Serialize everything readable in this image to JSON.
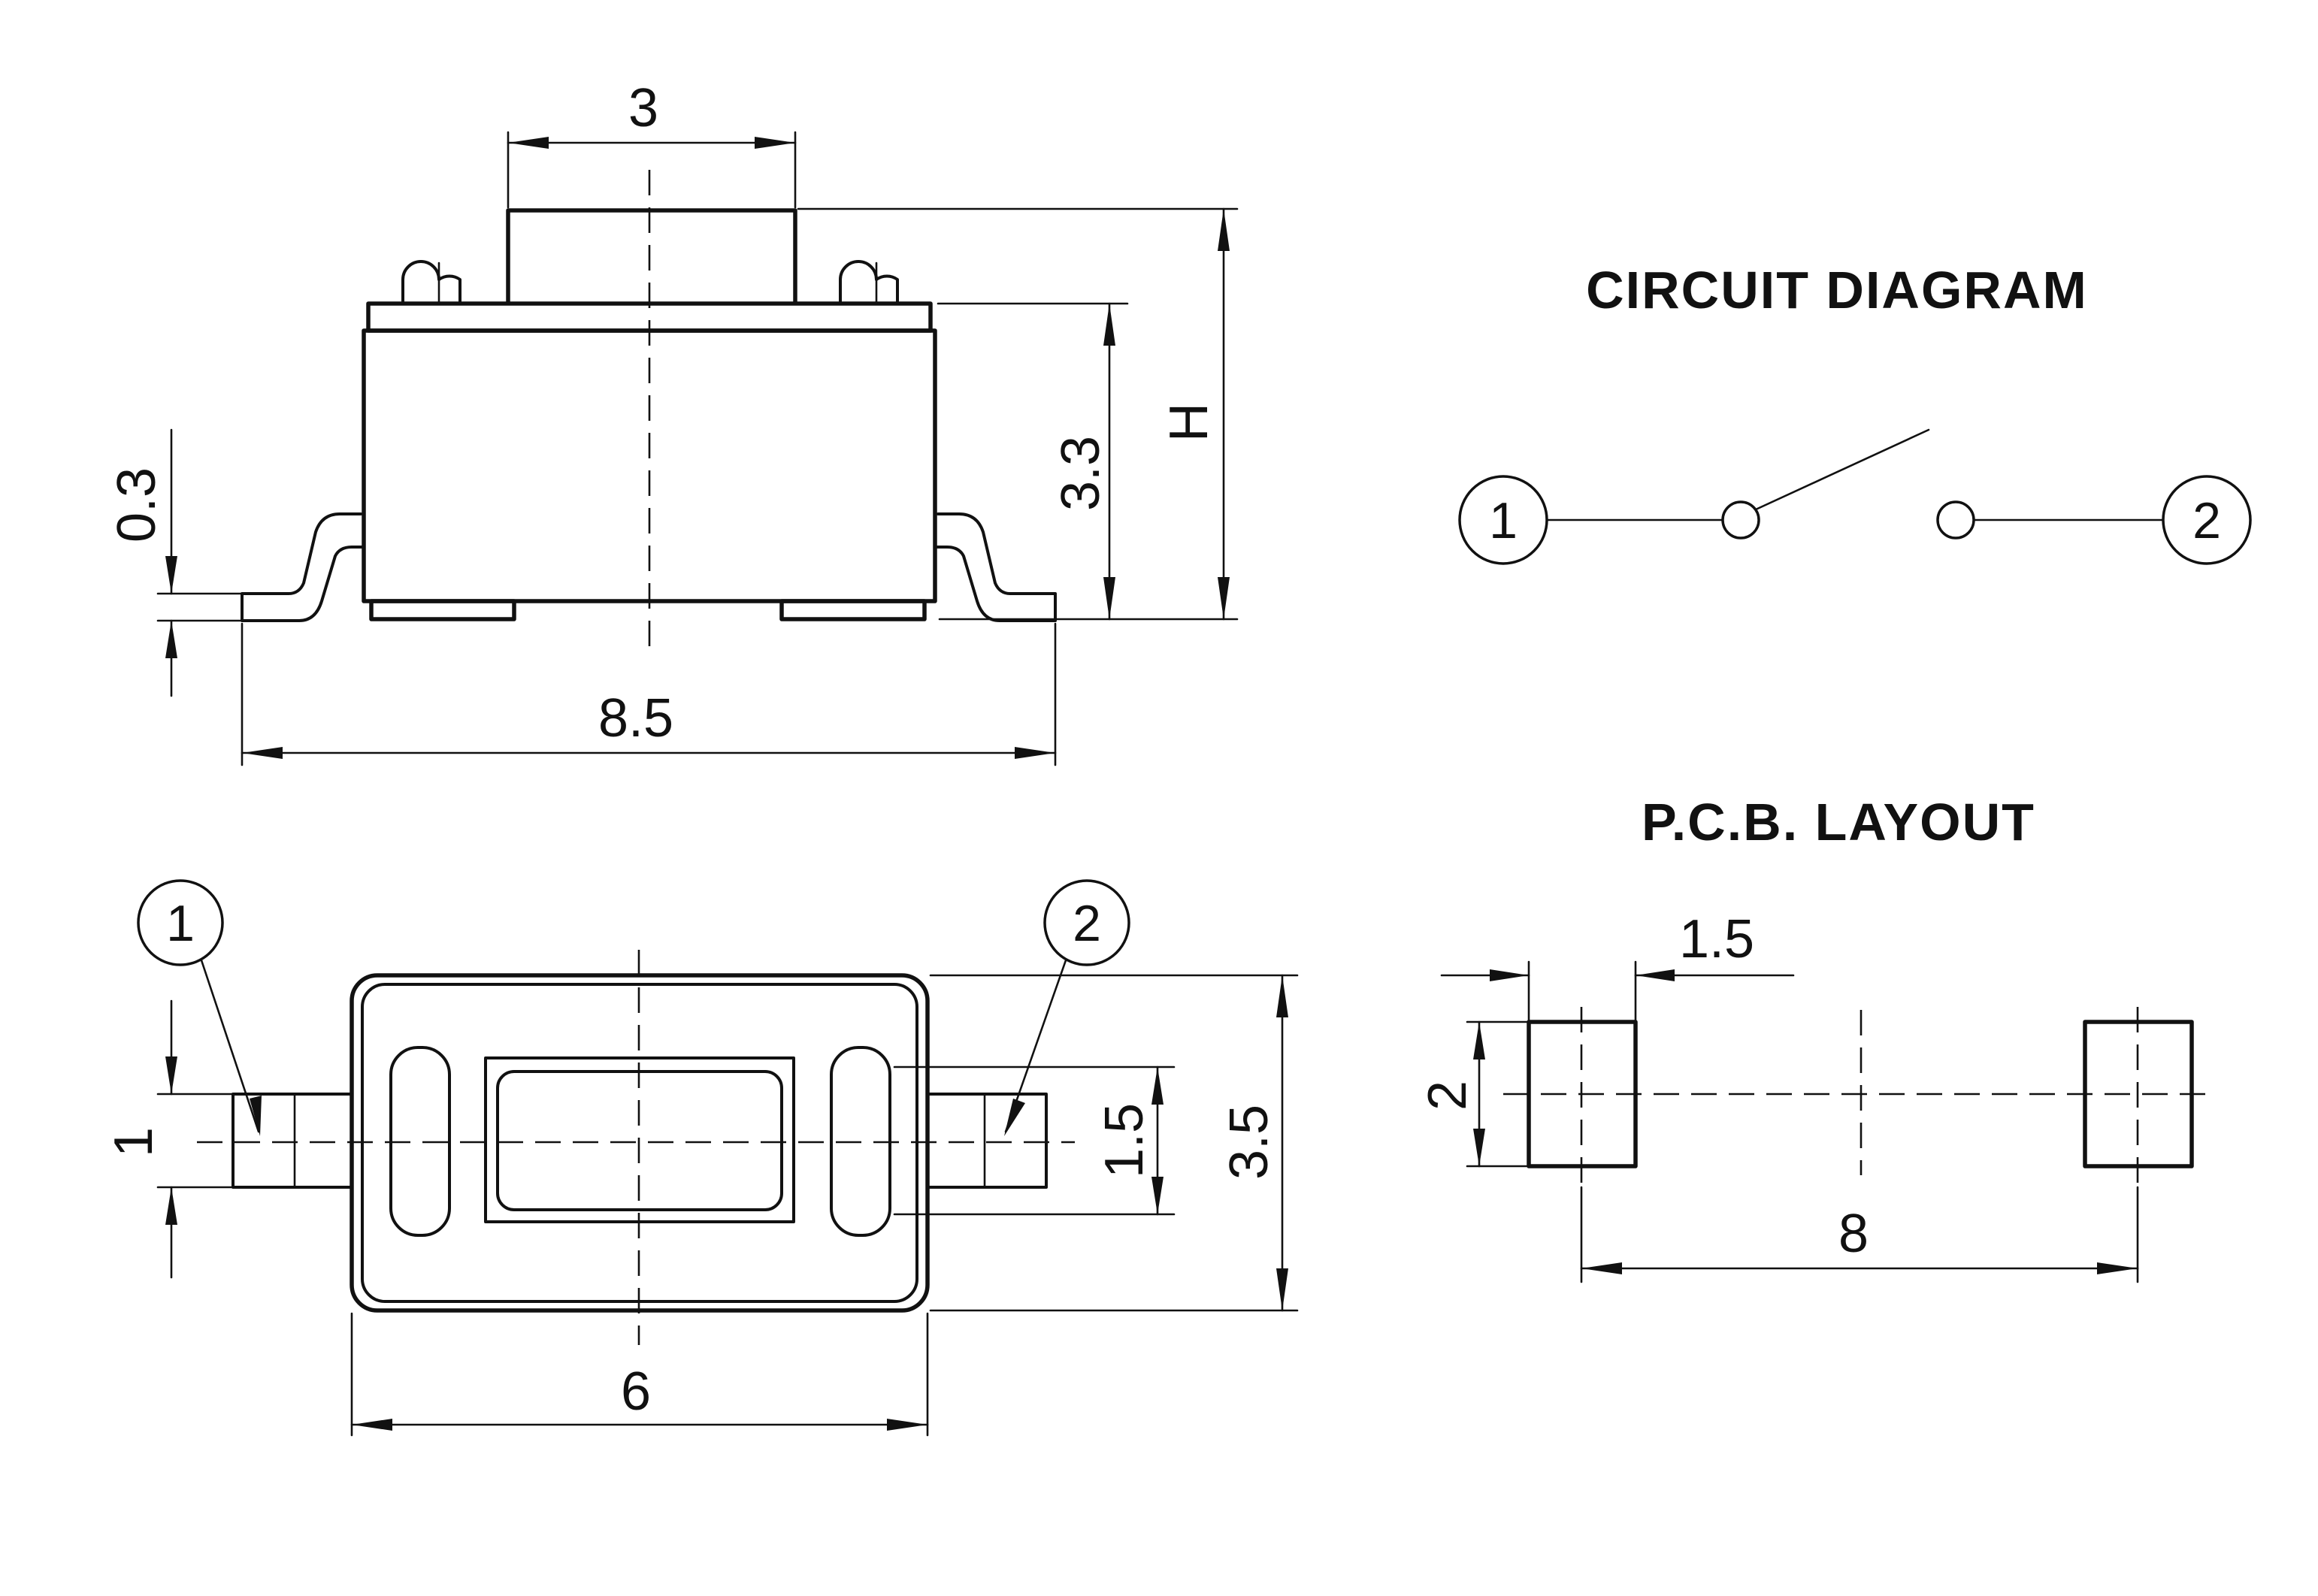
{
  "titles": {
    "circuit": "CIRCUIT DIAGRAM",
    "pcb": "P.C.B. LAYOUT"
  },
  "side_view": {
    "actuator_width": "3",
    "height_label": "H",
    "body_height": "3.3",
    "terminal_thickness": "0.3",
    "overall_length": "8.5"
  },
  "top_view": {
    "pin_1": "1",
    "pin_2": "2",
    "terminal_width": "1",
    "terminal_span": "1.5",
    "body_width": "3.5",
    "body_length": "6"
  },
  "circuit": {
    "pin_1": "1",
    "pin_2": "2"
  },
  "pcb": {
    "pad_width": "1.5",
    "pad_height": "2",
    "pitch": "8"
  }
}
